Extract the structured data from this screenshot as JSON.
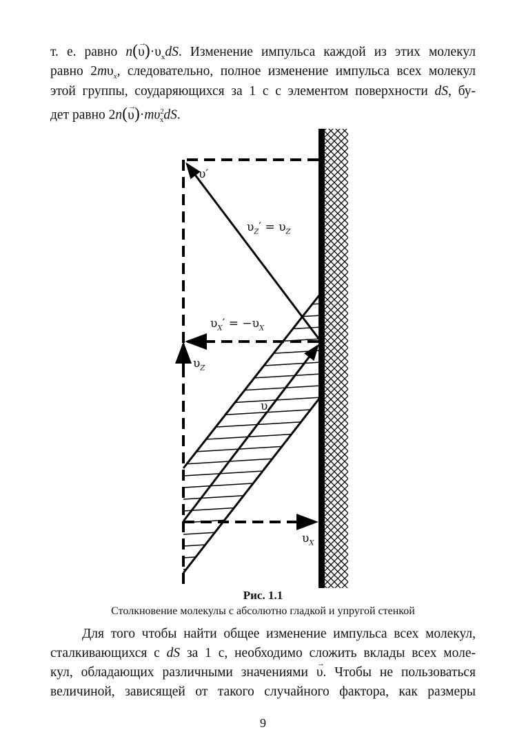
{
  "top_paragraph": {
    "l1_pre": "т. е. равно ",
    "l1_math_n": "n",
    "l1_math_v": "υ",
    "l1_math_dot": "·υ",
    "l1_math_sub": "x",
    "l1_math_ds": "dS",
    "l1_post": ". Изменение импульса каждой из этих молекул",
    "l2_pre": "равно 2",
    "l2_math": "m",
    "l2_v": "υ",
    "l2_sub": "x",
    "l2_post": ", следовательно, полное изменение импульса всех молекул",
    "l3_pre": "этой группы, соударяющихся за 1 с с элементом поверхности ",
    "l3_math": "dS",
    "l3_post": ", бу-",
    "l4_pre": "дет равно 2",
    "l4_n": "n",
    "l4_v": "υ",
    "l4_dot": "·",
    "l4_m": "mυ",
    "l4_sup": "2",
    "l4_sub": "x",
    "l4_ds": "dS",
    "l4_post": "."
  },
  "figure": {
    "labels": {
      "v_prime": "υ′",
      "vz_prime_eq": "υ",
      "vz_prime_eq_sub": "Z",
      "vz_prime_eq_rest": "′ = υ",
      "vz_prime_eq_sub2": "Z",
      "vx_prime_eq": "υ",
      "vx_prime_eq_sub": "X",
      "vx_prime_eq_rest": "′ = −υ",
      "vx_prime_eq_sub2": "X",
      "vz": "υ",
      "vz_sub": "Z",
      "v": "υ",
      "vx": "υ",
      "vx_sub": "X"
    },
    "caption_title": "Рис. 1.1",
    "caption_text": "Столкновение молекулы с абсолютно гладкой и упругой стенкой"
  },
  "bottom_paragraph": {
    "l1": "Для того чтобы найти общее изменение импульса всех молекул,",
    "l2_pre": "сталкивающихся с ",
    "l2_math": "dS",
    "l2_post": " за 1 с, необходимо сложить вклады всех моле-",
    "l3_pre": "кул, обладающих различными значениями ",
    "l3_v": "υ",
    "l3_post": ". Чтобы не пользоваться",
    "l4": "величиной, зависящей от такого случайного фактора, как размеры"
  },
  "page_number": "9"
}
